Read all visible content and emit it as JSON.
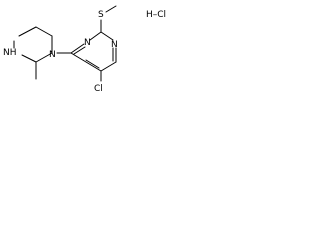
{
  "molecule": {
    "atoms": {
      "piperazine_nh": "NH",
      "piperazine_n": "N",
      "pyrimidine_n_top": "N",
      "pyrimidine_n_right": "N",
      "thioether_s": "S",
      "chloro": "Cl",
      "salt": "H–Cl"
    }
  },
  "colors": {
    "bond": "#000000",
    "atom_label": "#000000",
    "background": "#ffffff"
  }
}
